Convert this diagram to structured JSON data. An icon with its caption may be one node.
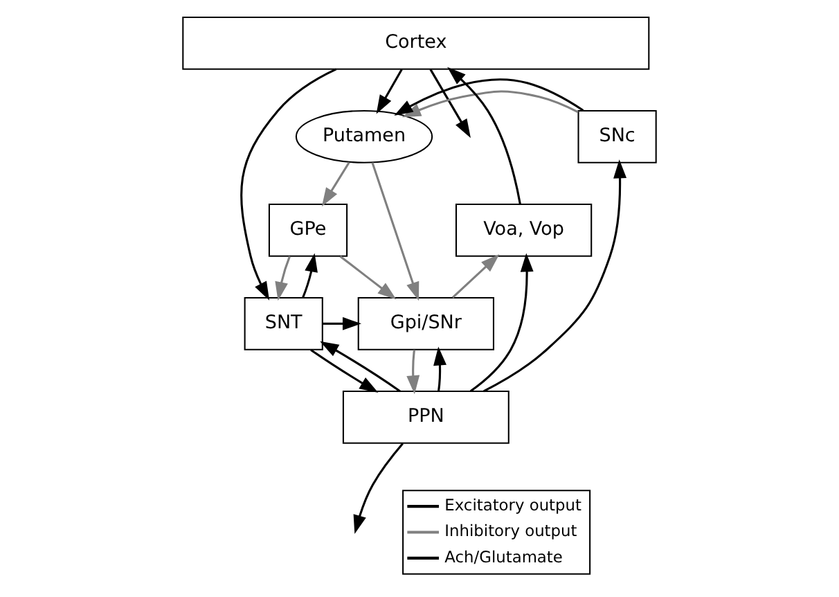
{
  "diagram": {
    "nodes": [
      {
        "text": [
          "Cortex"
        ]
      },
      {
        "text": [
          "SNc"
        ]
      },
      {
        "text": [
          "Putamen"
        ]
      },
      {
        "text": [
          "GPe"
        ]
      },
      {
        "text": [
          "Voa, Vop"
        ]
      },
      {
        "text": [
          "SNT"
        ]
      },
      {
        "text": [
          "Gpi/SNr"
        ]
      },
      {
        "text": [
          "PPN"
        ]
      }
    ],
    "edges": [
      {
        "from": 0,
        "to": 2,
        "arrow": "to"
      },
      {
        "from": 0,
        "to": 5,
        "arrow": "to"
      },
      {
        "from": 0,
        "to": null,
        "arrow": "to"
      },
      {
        "from": 4,
        "to": 0,
        "arrow": "to"
      },
      {
        "from": 1,
        "to": 2,
        "arrow": "to",
        "color": "#808080"
      },
      {
        "from": 1,
        "to": 2,
        "arrow": "to"
      },
      {
        "from": 2,
        "to": 3,
        "arrow": "to",
        "color": "#808080"
      },
      {
        "from": 2,
        "to": 6,
        "arrow": "to",
        "color": "#808080"
      },
      {
        "from": 3,
        "to": 5,
        "arrow": "to",
        "color": "#808080"
      },
      {
        "from": 5,
        "to": 3,
        "arrow": "to"
      },
      {
        "from": 3,
        "to": 6,
        "arrow": "to",
        "color": "#808080"
      },
      {
        "from": 5,
        "to": 6,
        "arrow": "to"
      },
      {
        "from": 5,
        "to": 7,
        "arrow": "to"
      },
      {
        "from": 7,
        "to": 5,
        "arrow": "to"
      },
      {
        "from": 7,
        "to": 1,
        "arrow": "to"
      },
      {
        "from": 6,
        "to": 7,
        "arrow": "to",
        "color": "#808080"
      },
      {
        "from": 7,
        "to": 6,
        "arrow": "to"
      },
      {
        "from": 6,
        "to": 4,
        "arrow": "to",
        "color": "#808080"
      },
      {
        "from": 7,
        "to": 4,
        "arrow": "to"
      },
      {
        "from": 7,
        "to": null,
        "arrow": "to"
      }
    ],
    "legend": [
      {
        "text": "Excitatory output"
      },
      {
        "text": "Inhibitory output"
      },
      {
        "text": "Ach/Glutamate"
      }
    ]
  }
}
